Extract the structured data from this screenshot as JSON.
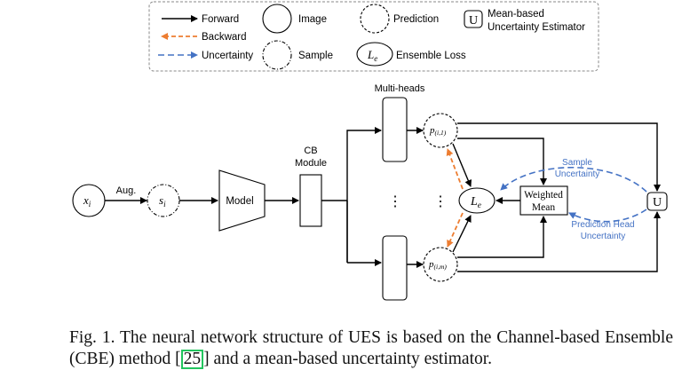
{
  "legend": {
    "forward": "Forward",
    "backward": "Backward",
    "uncertainty": "Uncertainty",
    "image": "Image",
    "sample": "Sample",
    "prediction": "Prediction",
    "ensemble_loss": "Ensemble Loss",
    "u_symbol": "U",
    "estimator_line1": "Mean-based",
    "estimator_line2": "Uncertainty Estimator",
    "le_symbol": "L",
    "le_sub": "e"
  },
  "diagram": {
    "multi_heads": "Multi-heads",
    "cb_line1": "CB",
    "cb_line2": "Module",
    "input_var": "x",
    "input_sub": "i",
    "aug": "Aug.",
    "sample_var": "s",
    "sample_sub": "i",
    "model": "Model",
    "pred_top_var": "p",
    "pred_top_sub": "(i,1)",
    "pred_bottom_var": "p",
    "pred_bottom_sub": "(i,m)",
    "dots": "⋮",
    "le_var": "L",
    "le_sub": "e",
    "weighted_line1": "Weighted",
    "weighted_line2": "Mean",
    "u_symbol": "U",
    "sample_unc_line1": "Sample",
    "sample_unc_line2": "Uncertainty",
    "pred_unc_line1": "Prediction Head",
    "pred_unc_line2": "Uncertainty"
  },
  "caption": {
    "prefix": "Fig. 1.  The neural network structure of UES is based on the Channel-based Ensemble (CBE) method [",
    "cite": "25",
    "suffix": "] and a mean-based uncertainty estimator."
  },
  "colors": {
    "forward": "#000000",
    "backward": "#ed7d31",
    "uncertainty": "#4472c4",
    "citation_box": "#22c55e"
  }
}
